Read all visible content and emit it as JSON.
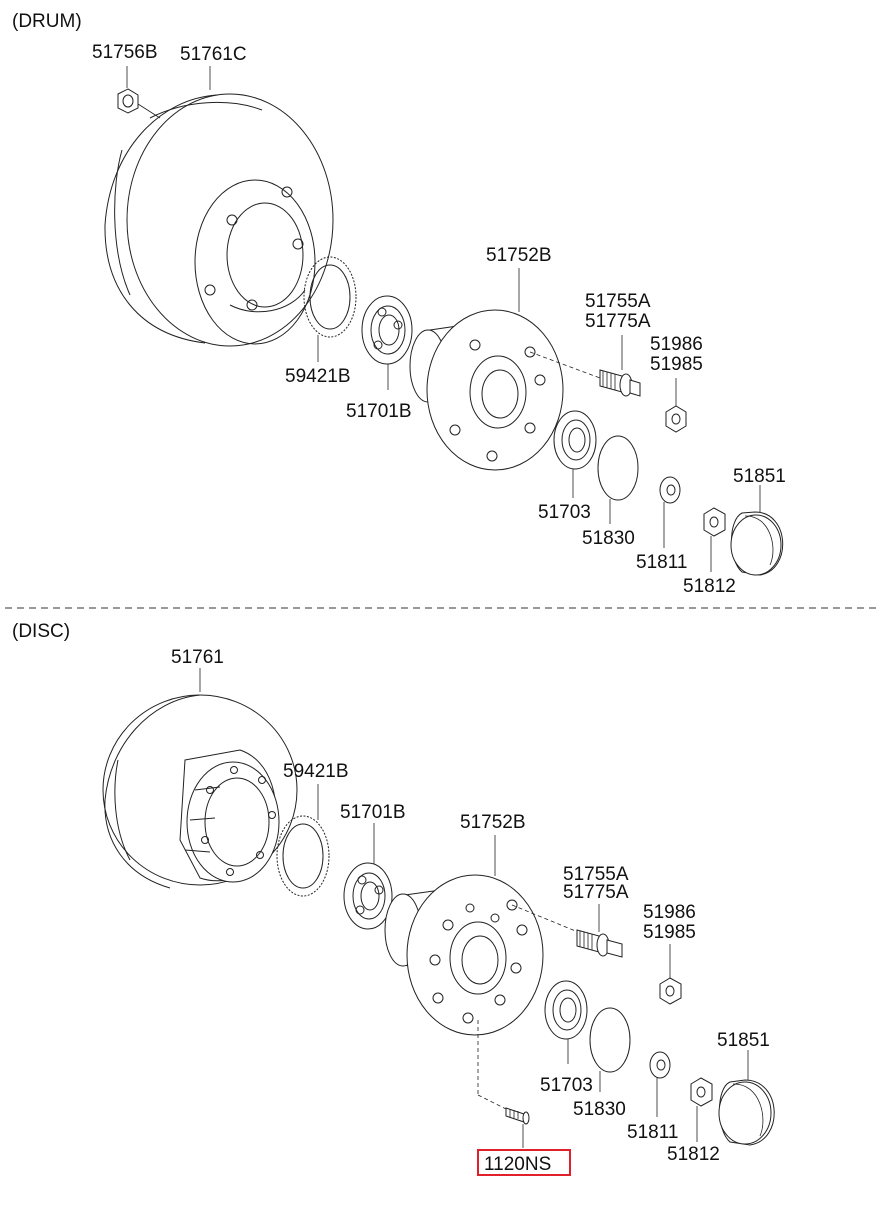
{
  "sections": {
    "drum": "(DRUM)",
    "disc": "(DISC)"
  },
  "drum_labels": {
    "nut_wheel": "51756B",
    "brake_drum": "51761C",
    "hub": "51752B",
    "tone_wheel": "59421B",
    "inner_bearing": "51701B",
    "hub_bolt_a": "51755A",
    "hub_bolt_b": "51775A",
    "hub_nut_a": "51986",
    "hub_nut_b": "51985",
    "outer_bearing": "51703",
    "snap_ring": "51830",
    "washer": "51811",
    "lock_nut": "51812",
    "hub_cap": "51851"
  },
  "disc_labels": {
    "brake_disc": "51761",
    "tone_wheel": "59421B",
    "inner_bearing": "51701B",
    "hub": "51752B",
    "hub_bolt_a": "51755A",
    "hub_bolt_b": "51775A",
    "hub_nut_a": "51986",
    "hub_nut_b": "51985",
    "hub_cap": "51851",
    "outer_bearing": "51703",
    "snap_ring": "51830",
    "washer": "51811",
    "lock_nut": "51812",
    "screw": "1120NS"
  },
  "highlight_color": "#e0202a"
}
